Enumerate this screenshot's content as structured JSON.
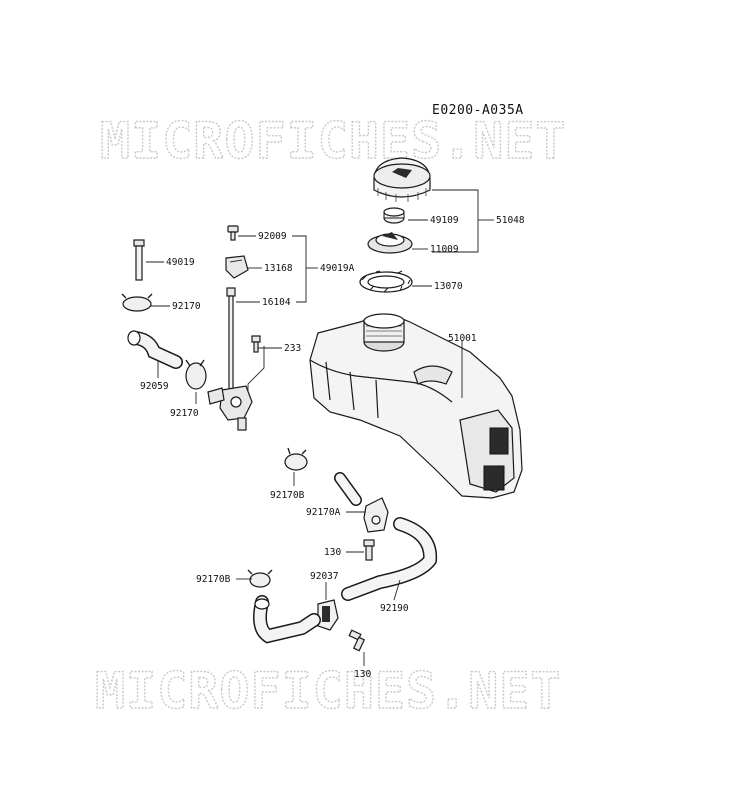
{
  "diagram": {
    "code": "E0200-A035A",
    "watermark": "MICROFICHES.NET",
    "colors": {
      "line": "#1a1a1a",
      "fill": "#f4f4f4",
      "dark": "#2b2b2b",
      "watermark": "#c9c9c9"
    },
    "labels": {
      "p49109": "49109",
      "p51048": "51048",
      "p11009": "11009",
      "p13070": "13070",
      "p51001": "51001",
      "p92009": "92009",
      "p13168": "13168",
      "p49019A": "49019A",
      "p16104": "16104",
      "p49019": "49019",
      "p92170_a": "92170",
      "p233": "233",
      "p92059": "92059",
      "p92170_b": "92170",
      "p92170B_a": "92170B",
      "p92170A": "92170A",
      "p130_a": "130",
      "p92037": "92037",
      "p92170B_b": "92170B",
      "p92190": "92190",
      "p130_b": "130"
    }
  }
}
